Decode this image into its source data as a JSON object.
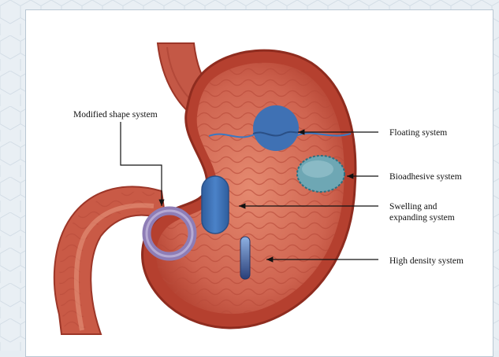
{
  "labels": {
    "modified_shape": "Modified shape system",
    "floating": "Floating system",
    "bioadhesive": "Bioadhesive system",
    "swelling_line1": "Swelling and",
    "swelling_line2": "expanding system",
    "high_density": "High density system"
  },
  "colors": {
    "stomach_outer": "#b94a3a",
    "stomach_inner": "#d9735e",
    "stomach_fold": "#c0503f",
    "dosage_blue": "#3f71b4",
    "bioadhesive_teal": "#6ea7b4",
    "ring_purple": "#8e7db6",
    "fluid_line": "#3a78c2"
  }
}
